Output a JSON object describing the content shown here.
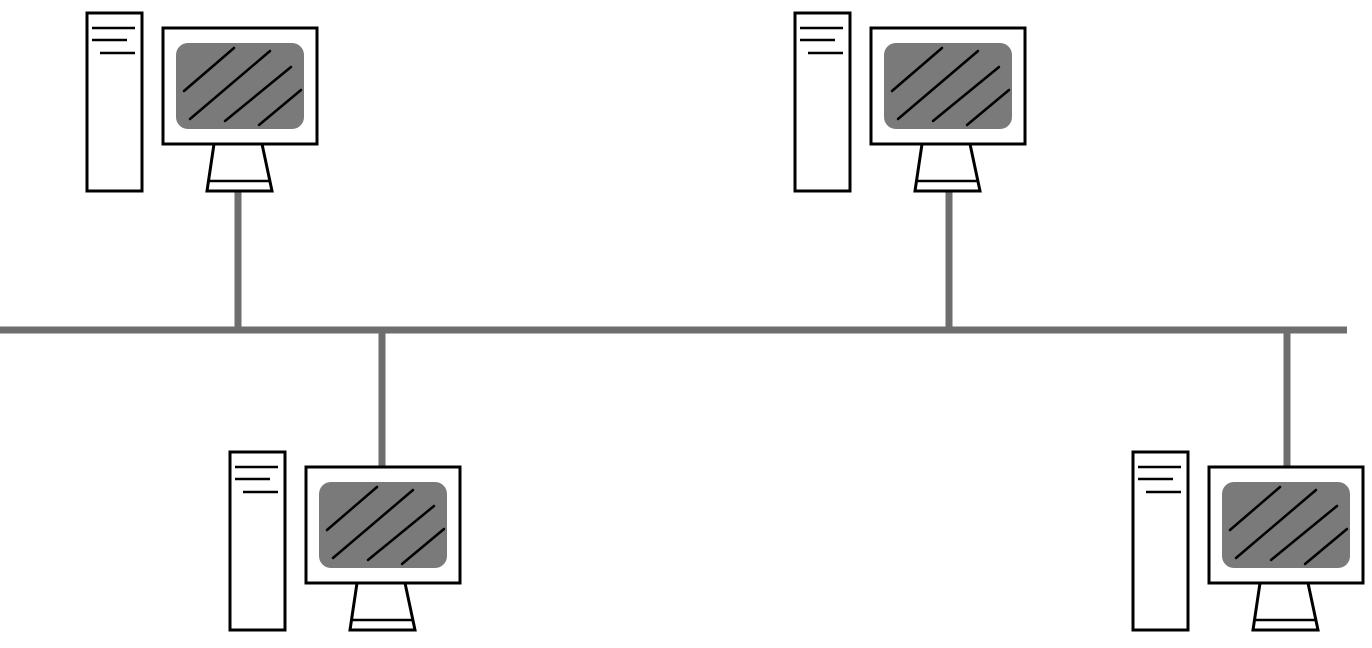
{
  "diagram": {
    "type": "bus-network-topology",
    "colors": {
      "background": "#ffffff",
      "outline": "#000000",
      "screen": "#7a7a7a",
      "cable": "#6e6e6e"
    },
    "nodes": [
      {
        "id": "workstation-1",
        "kind": "desktop-computer",
        "icon": "desktop-computer-icon",
        "row": "top"
      },
      {
        "id": "workstation-2",
        "kind": "desktop-computer",
        "icon": "desktop-computer-icon",
        "row": "top"
      },
      {
        "id": "workstation-3",
        "kind": "desktop-computer",
        "icon": "desktop-computer-icon",
        "row": "bottom"
      },
      {
        "id": "workstation-4",
        "kind": "desktop-computer",
        "icon": "desktop-computer-icon",
        "row": "bottom"
      }
    ],
    "bus": {
      "id": "backbone-cable",
      "connects": [
        "workstation-1",
        "workstation-2",
        "workstation-3",
        "workstation-4"
      ]
    }
  }
}
